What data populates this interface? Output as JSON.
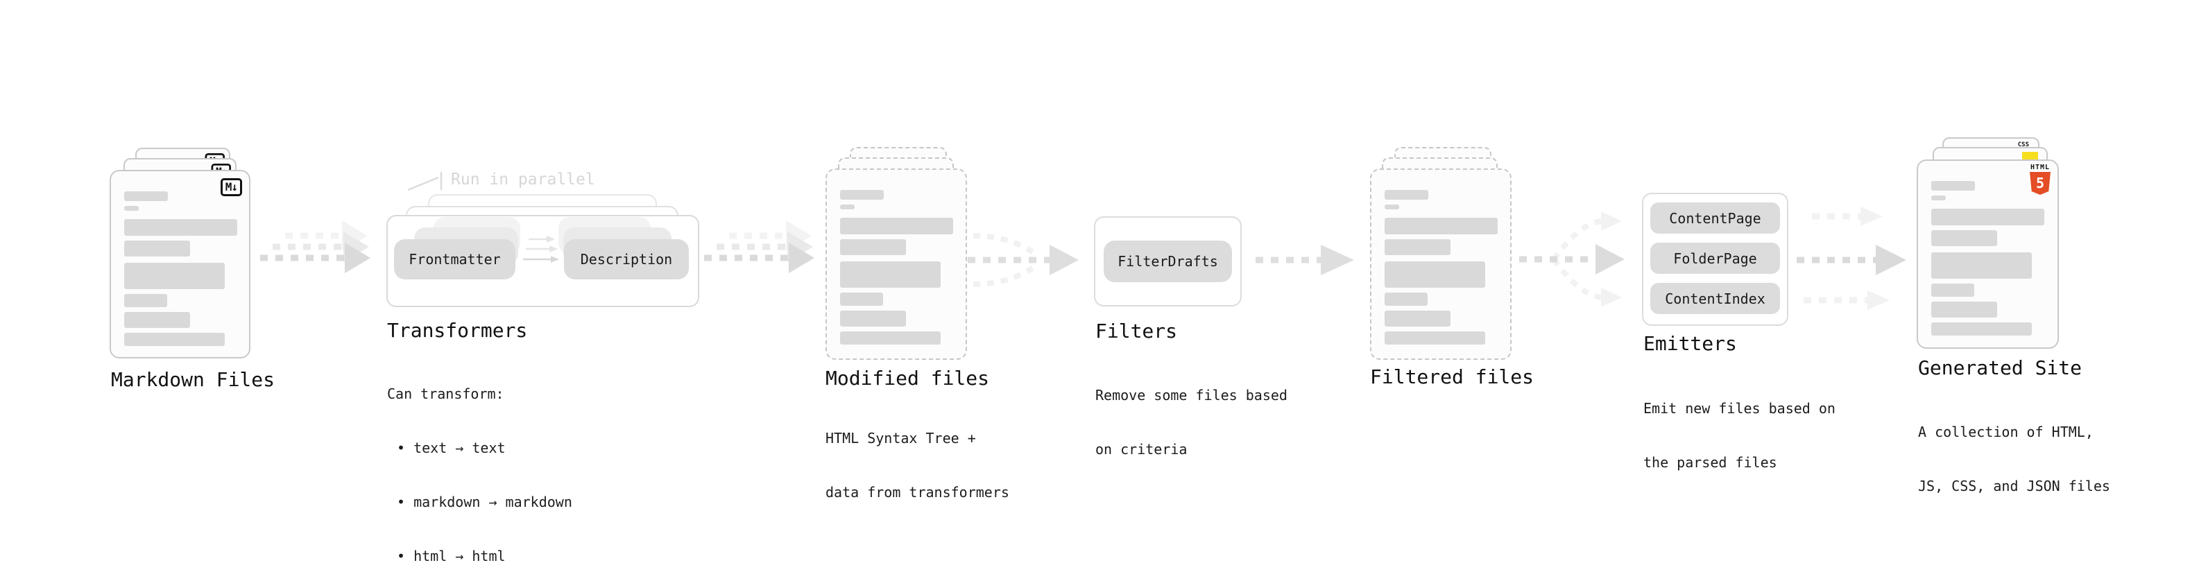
{
  "stages": {
    "markdown": {
      "label": "Markdown Files",
      "badge": "M↓"
    },
    "transformers": {
      "label": "Transformers",
      "annotation": "Run in parallel",
      "frontmatter": "Frontmatter",
      "description": "Description",
      "sub": [
        "Can transform:",
        "• text → text",
        "• markdown → markdown",
        "• html → html"
      ]
    },
    "modified": {
      "label": "Modified files",
      "sub": [
        "HTML Syntax Tree +",
        "data from transformers"
      ]
    },
    "filters": {
      "label": "Filters",
      "button": "FilterDrafts",
      "sub": [
        "Remove some files based",
        "on criteria"
      ]
    },
    "filtered": {
      "label": "Filtered files"
    },
    "emitters": {
      "label": "Emitters",
      "buttons": [
        "ContentPage",
        "FolderPage",
        "ContentIndex"
      ],
      "sub": [
        "Emit new files based on",
        "the parsed files"
      ]
    },
    "generated": {
      "label": "Generated Site",
      "css_badge": "CSS",
      "html5_word": "HTML",
      "html5_number": "5",
      "sub": [
        "A collection of HTML,",
        "JS, CSS, and JSON files"
      ]
    }
  },
  "colors": {
    "bar_gray": "#d9d9d9",
    "arrow_gray": "#dadada",
    "arrow_light": "#f2f2f2",
    "html5_orange": "#e44d26",
    "js_yellow": "#f7df1e",
    "css_blue": "#2965f1"
  }
}
